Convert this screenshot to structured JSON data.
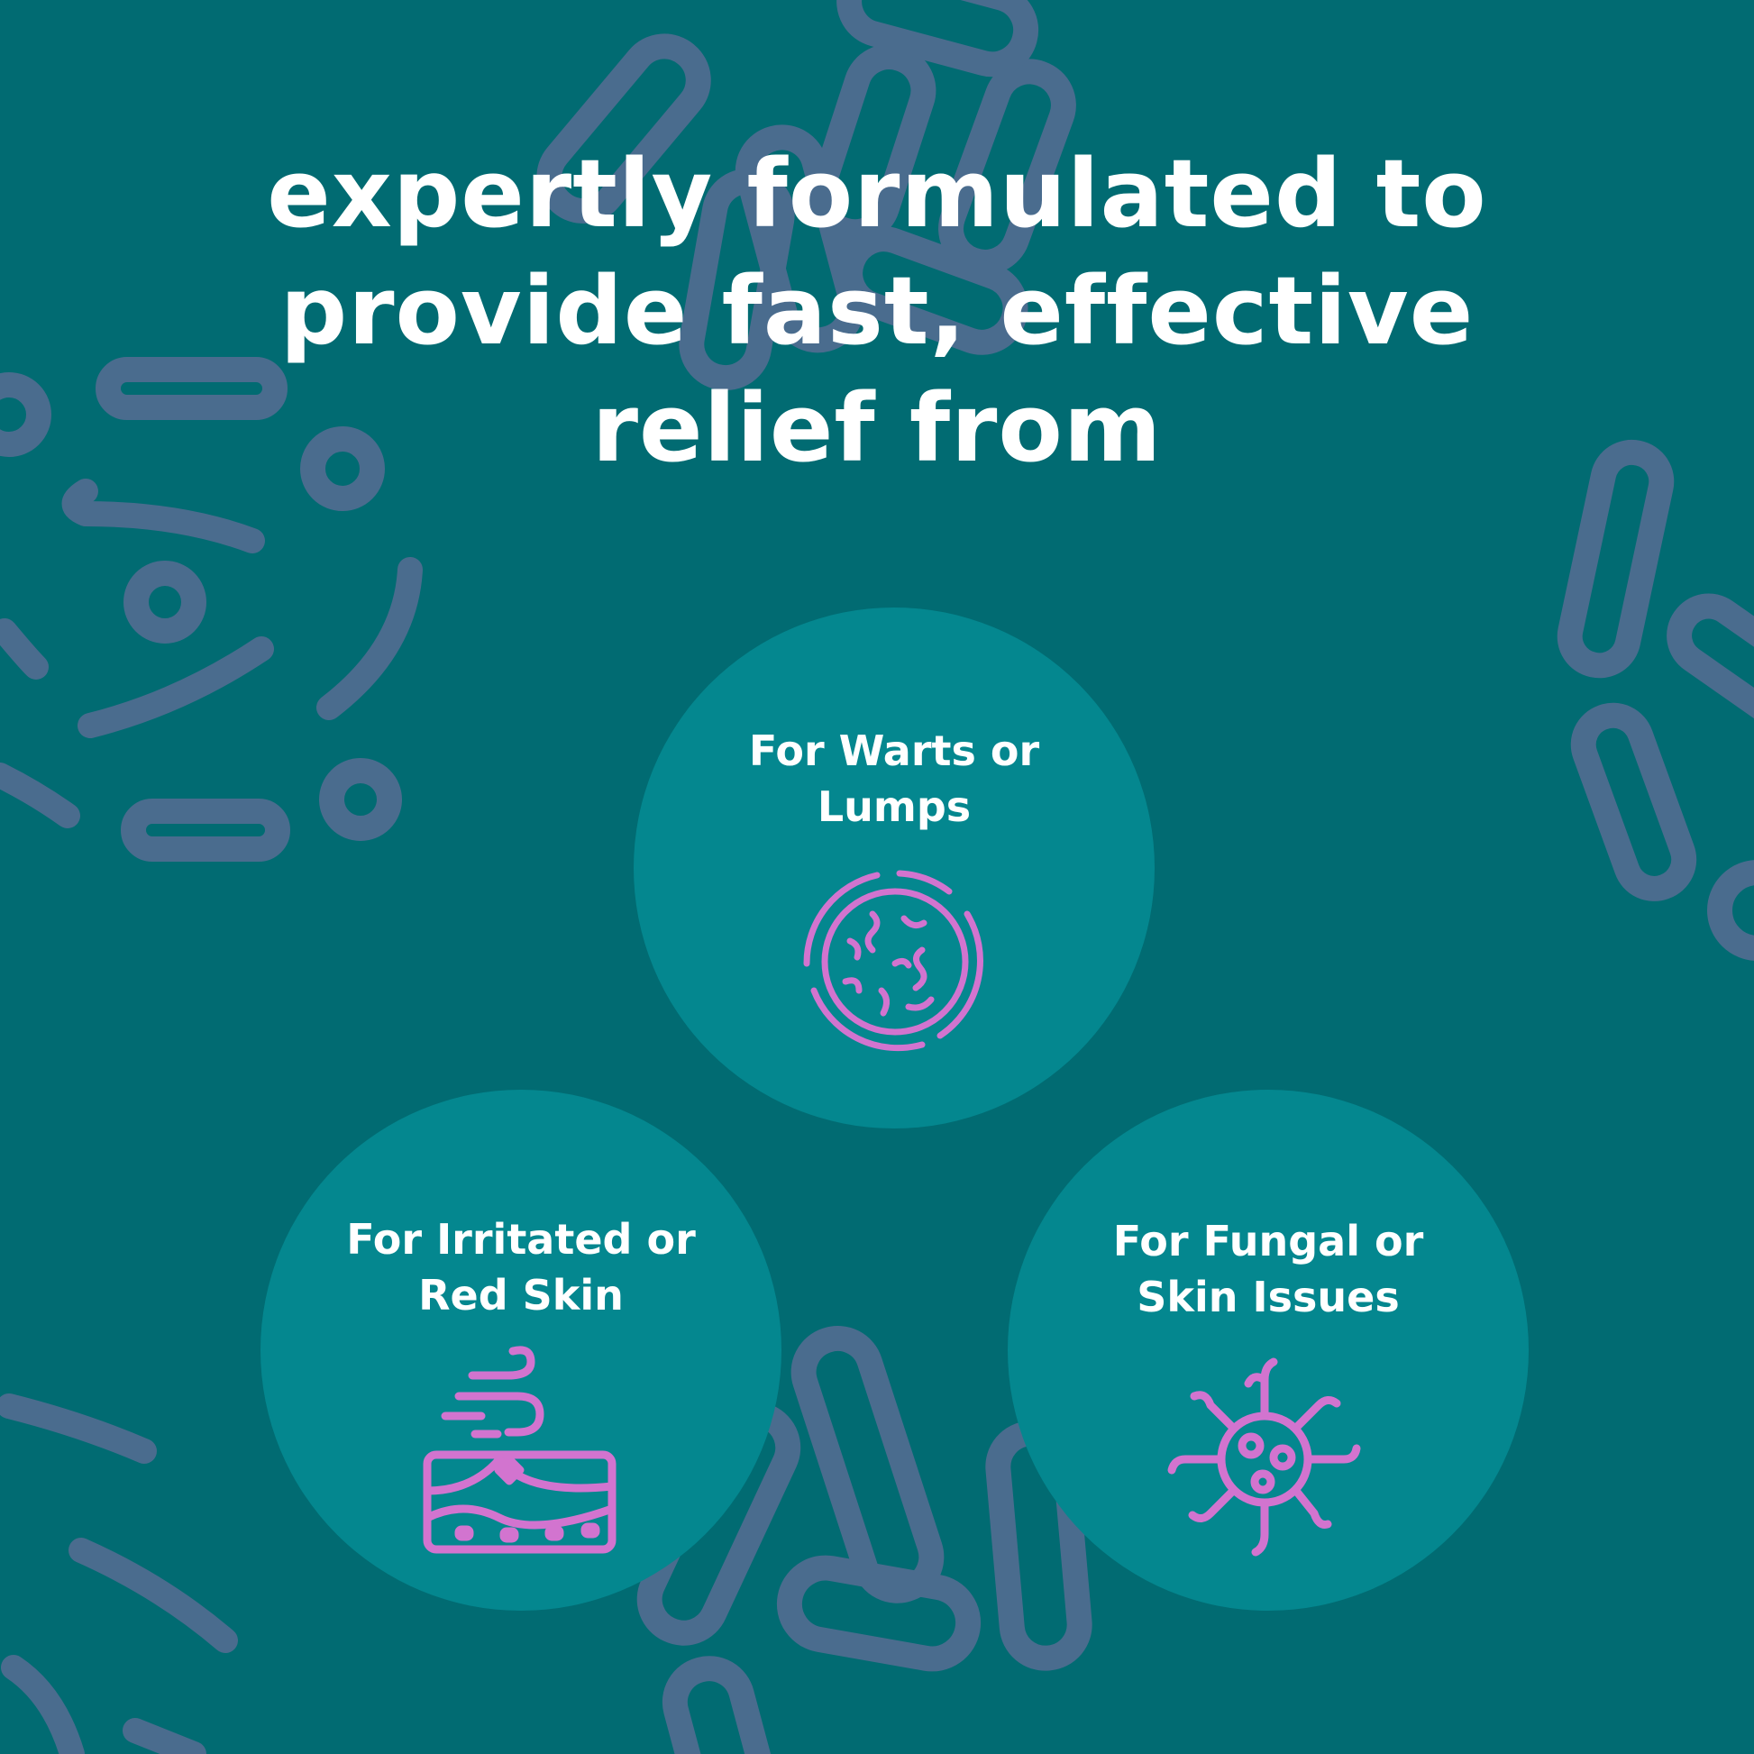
{
  "headline": {
    "line1": "expertly formulated to",
    "line2": "provide fast, effective",
    "line3": "relief from"
  },
  "bubbles": [
    {
      "line1": "For Warts or",
      "line2": "Lumps",
      "icon": "wart-lump-icon"
    },
    {
      "line1": "For Irritated or",
      "line2": "Red Skin",
      "icon": "irritated-skin-icon"
    },
    {
      "line1": "For Fungal or",
      "line2": "Skin Issues",
      "icon": "fungal-virus-icon"
    }
  ],
  "colors": {
    "background": "#016b72",
    "bubble": "#04878f",
    "pattern": "#4a6c8e",
    "icon": "#d274cf",
    "text": "#ffffff"
  }
}
